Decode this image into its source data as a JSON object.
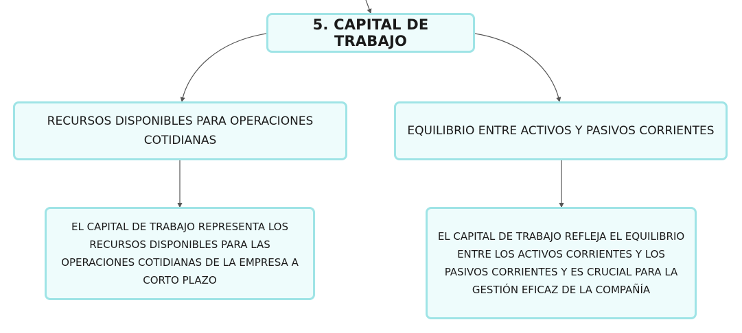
{
  "root": {
    "label": "5. CAPITAL DE TRABAJO"
  },
  "branches": [
    {
      "label": "RECURSOS DISPONIBLES PARA OPERACIONES COTIDIANAS",
      "detail": "EL CAPITAL DE TRABAJO REPRESENTA LOS RECURSOS DISPONIBLES PARA LAS OPERACIONES COTIDIANAS DE LA EMPRESA A CORTO PLAZO"
    },
    {
      "label": "EQUILIBRIO ENTRE ACTIVOS Y PASIVOS CORRIENTES",
      "detail": "EL CAPITAL DE TRABAJO REFLEJA EL EQUILIBRIO ENTRE LOS ACTIVOS CORRIENTES Y LOS PASIVOS CORRIENTES Y ES CRUCIAL PARA LA GESTIÓN EFICAZ DE LA COMPAÑÍA"
    }
  ],
  "colors": {
    "node_fill": "#eefcfc",
    "node_border": "#9fe4e6",
    "connector": "#555555"
  }
}
